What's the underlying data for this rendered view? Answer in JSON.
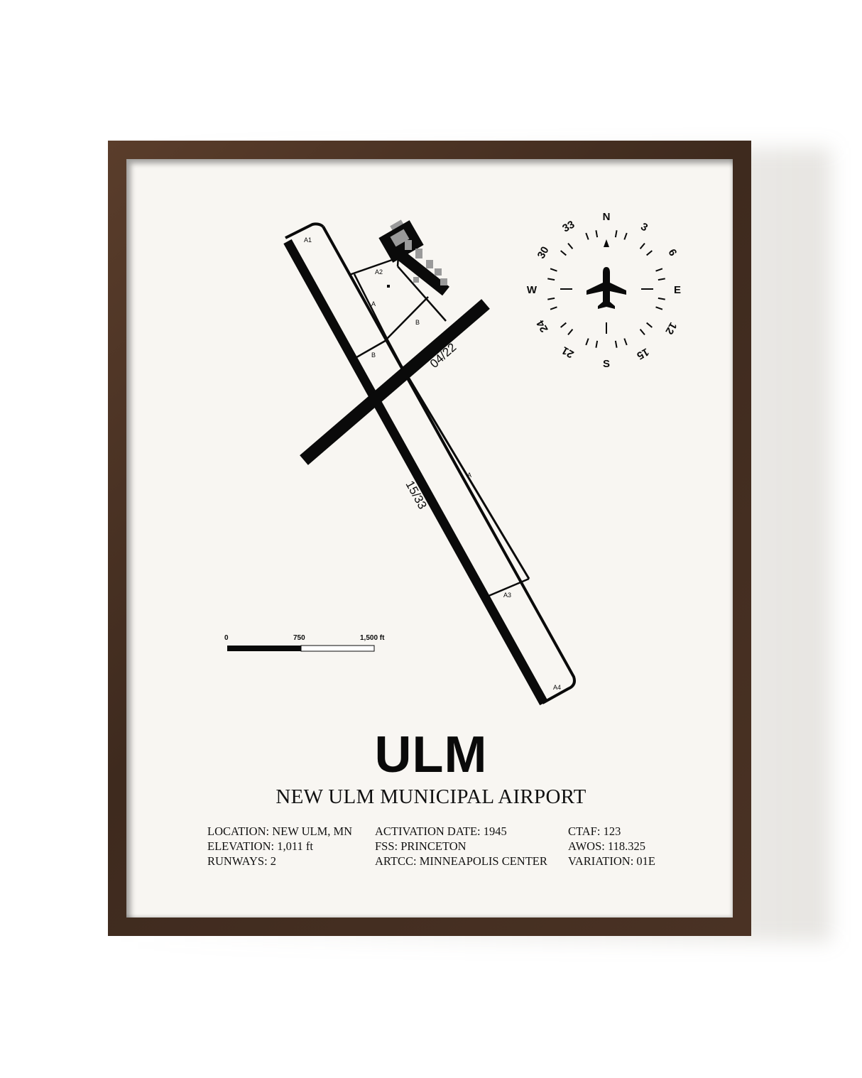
{
  "poster": {
    "code": "ULM",
    "name": "NEW ULM MUNICIPAL AIRPORT"
  },
  "info": {
    "col1": [
      "LOCATION: NEW ULM, MN",
      "ELEVATION: 1,011 ft",
      "RUNWAYS: 2"
    ],
    "col2": [
      "ACTIVATION DATE: 1945",
      "FSS: PRINCETON",
      "ARTCC: MINNEAPOLIS CENTER"
    ],
    "col3": [
      "CTAF: 123",
      "AWOS: 118.325",
      "VARIATION: 01E"
    ]
  },
  "runways": {
    "rw_1533": "15/33",
    "rw_0422": "04/22"
  },
  "taxiways": {
    "A1": "A1",
    "A2": "A2",
    "A3": "A3",
    "A4": "A4",
    "A_upper": "A",
    "A_lower": "A",
    "B_upper": "B",
    "B_lower": "B"
  },
  "scale": {
    "zero": "0",
    "mid": "750",
    "max": "1,500 ft"
  },
  "compass": {
    "north": "N",
    "south": "S",
    "east": "E",
    "west": "W",
    "d3": "3",
    "d6": "6",
    "d12": "12",
    "d15": "15",
    "d21": "21",
    "d24": "24",
    "d30": "30",
    "d33": "33"
  },
  "colors": {
    "frame": "#4a3224",
    "paper": "#f8f6f2",
    "ink": "#0a0a0a",
    "building_gray": "#9a9a9a"
  }
}
